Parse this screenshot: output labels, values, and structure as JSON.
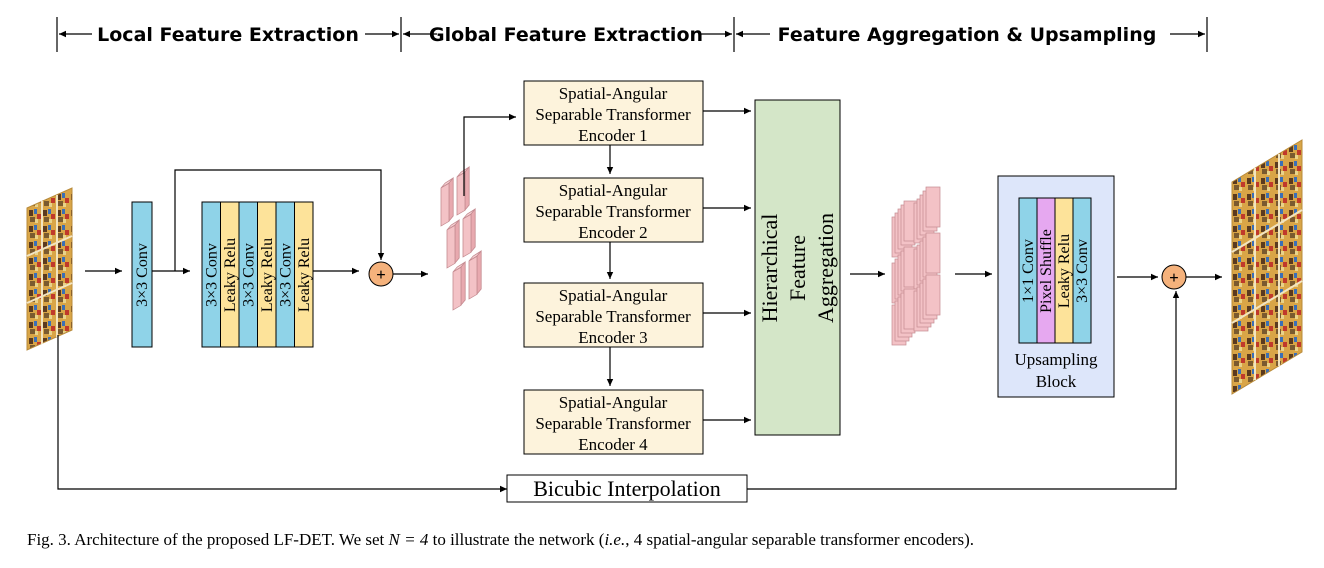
{
  "stages": {
    "local": "Local Feature Extraction",
    "global": "Global Feature Extraction",
    "aggregation": "Feature Aggregation & Upsampling"
  },
  "local_block": {
    "conv_first": "3×3 Conv",
    "res_layers": [
      "3×3 Conv",
      "Leaky Relu",
      "3×3 Conv",
      "Leaky Relu",
      "3×3 Conv",
      "Leaky Relu"
    ]
  },
  "encoders": [
    [
      "Spatial-Angular",
      "Separable Transformer",
      "Encoder 1"
    ],
    [
      "Spatial-Angular",
      "Separable Transformer",
      "Encoder 2"
    ],
    [
      "Spatial-Angular",
      "Separable Transformer",
      "Encoder 3"
    ],
    [
      "Spatial-Angular",
      "Separable Transformer",
      "Encoder 4"
    ]
  ],
  "aggregation_block": [
    "Hierarchical",
    "Feature",
    "Aggregation"
  ],
  "upsampling_block": {
    "layers": [
      "1×1 Conv",
      "Pixel Shuffle",
      "Leaky Relu",
      "3×3 Conv"
    ],
    "title": [
      "Upsampling",
      "Block"
    ]
  },
  "bicubic": "Bicubic Interpolation",
  "plus_symbol": "+",
  "caption": {
    "prefix": "Fig. 3.   Architecture of the proposed LF-DET. We set ",
    "math": "N = 4",
    "middle": " to illustrate the network (",
    "ie": "i.e.",
    "suffix": ", 4 spatial-angular separable transformer encoders)."
  },
  "colors": {
    "conv": "#8fd3e8",
    "relu": "#fde39a",
    "shuffle": "#e6a8f0",
    "encoder_fill": "#fdf3dc",
    "aggregation_fill": "#d4e6c8",
    "upsampling_fill": "#dde6fa",
    "feature_map": "#f3c2c6",
    "plus_fill": "#f5b27c"
  }
}
